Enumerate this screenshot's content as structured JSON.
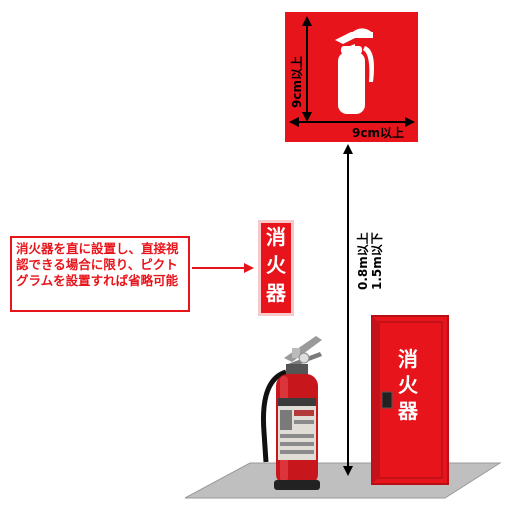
{
  "top_sign": {
    "icon": "fire-extinguisher-icon",
    "height_dimension": "9cm以上",
    "width_dimension": "9cm以上",
    "color": "#e8141b"
  },
  "callout": {
    "text": "消火器を直に設置し、直接視認できる場合に限り、ピクトグラムを設置すれば省略可能",
    "color": "#e8141b"
  },
  "small_sign": {
    "char1": "消",
    "char2": "火",
    "char3": "器"
  },
  "height_dimension": {
    "line1": "0.8m以上",
    "line2": "1.5m以下"
  },
  "cabinet": {
    "char1": "消",
    "char2": "火",
    "char3": "器",
    "color": "#e8141b"
  }
}
